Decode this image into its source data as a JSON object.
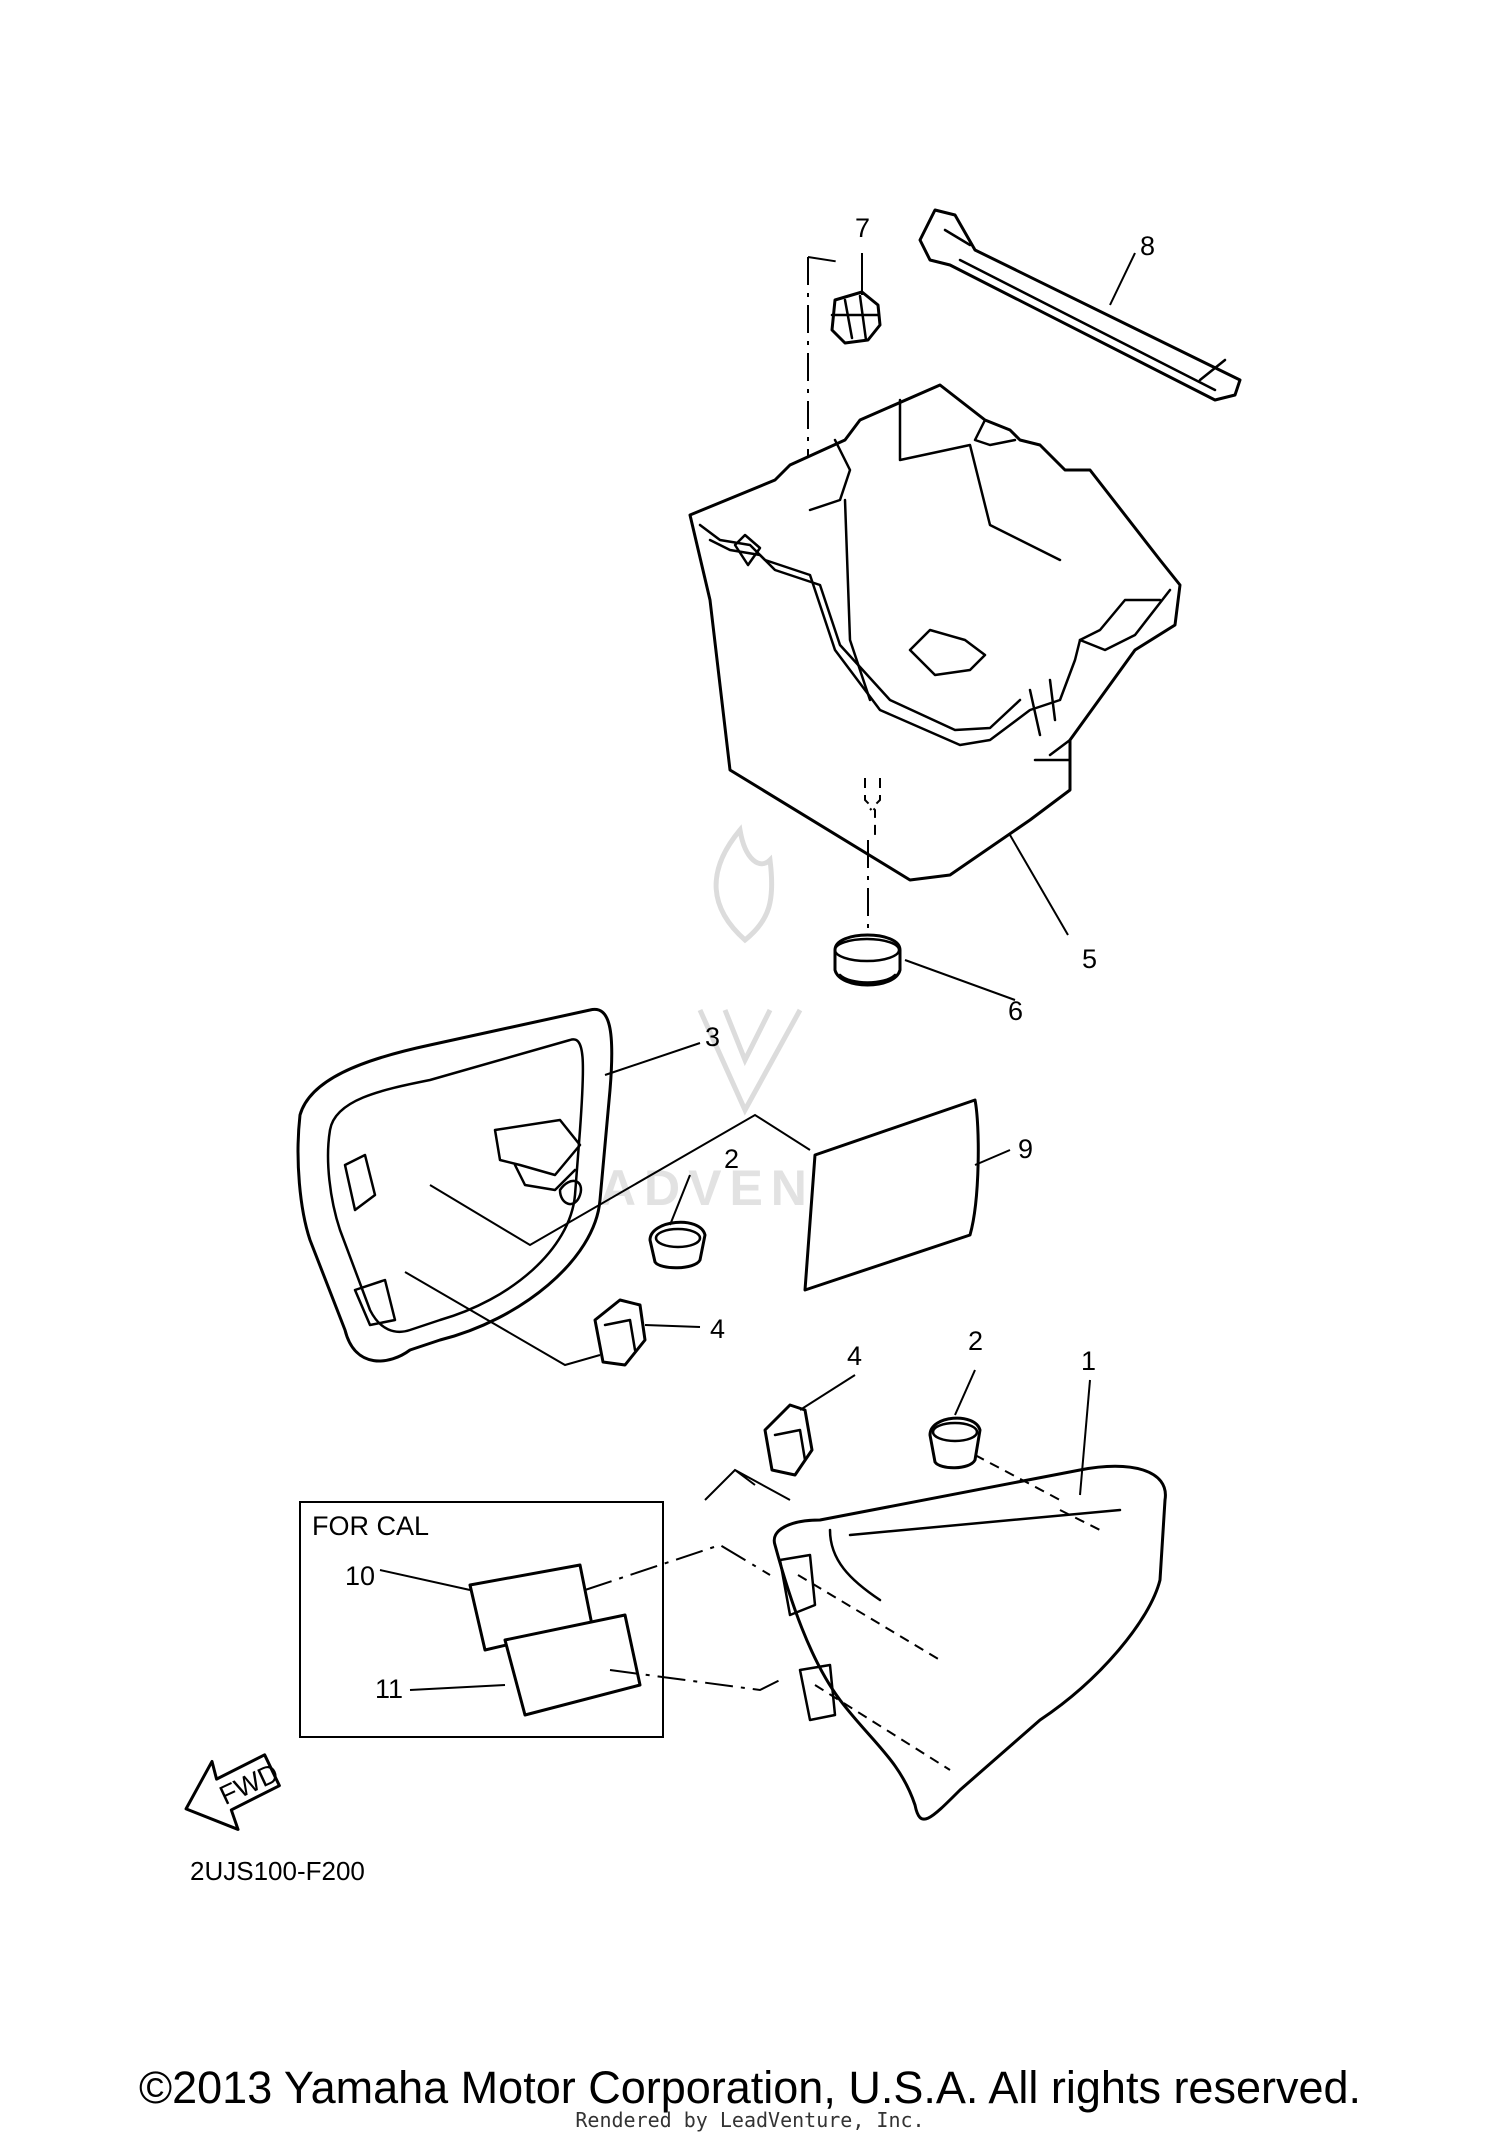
{
  "diagram": {
    "callouts": [
      "1",
      "2",
      "2",
      "3",
      "4",
      "4",
      "5",
      "6",
      "7",
      "8",
      "9",
      "10",
      "11"
    ],
    "box_title": "FOR CAL",
    "fwd_label": "FWD",
    "diagram_code": "2UJS100-F200"
  },
  "watermark": {
    "text": "LEADVENTURE"
  },
  "footer": {
    "copyright": "©2013 Yamaha Motor Corporation, U.S.A. All rights reserved.",
    "rendered_by": "Rendered by LeadVenture, Inc."
  }
}
